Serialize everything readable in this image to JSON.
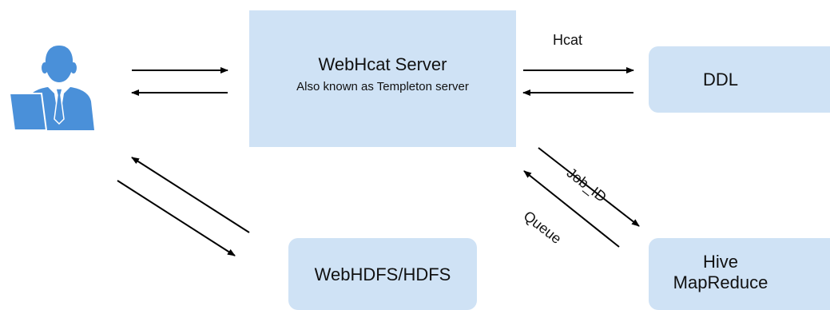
{
  "colors": {
    "box_fill": "#cfe2f5",
    "user_fill": "#4a90d9",
    "arrow": "#000000"
  },
  "user": {
    "icon": "user-at-computer-icon"
  },
  "webhcat": {
    "title": "WebHcat Server",
    "subtitle": "Also known as Templeton server"
  },
  "ddl": {
    "label": "DDL"
  },
  "hdfs": {
    "label": "WebHDFS/HDFS"
  },
  "hive": {
    "line1": "Hive",
    "line2": "MapReduce"
  },
  "edges": {
    "hcat": "Hcat",
    "job_id": "Job_ID",
    "queue": "Queue"
  }
}
